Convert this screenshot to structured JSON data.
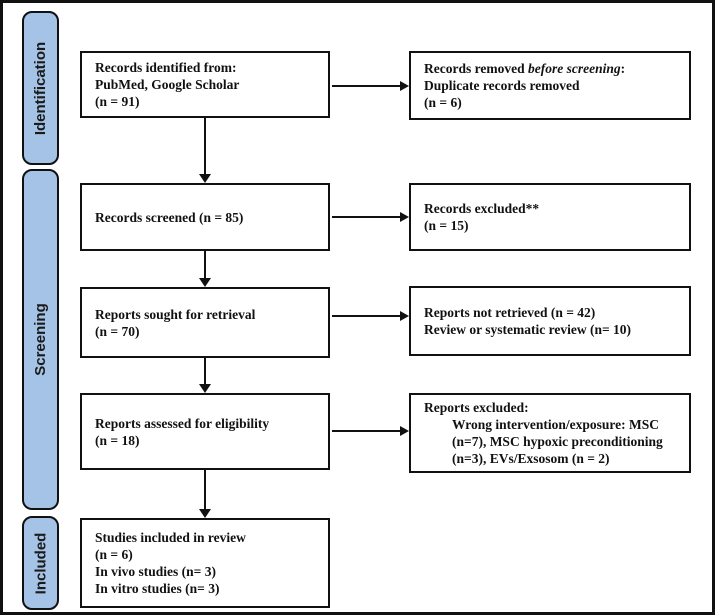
{
  "sidebar": {
    "stages": [
      {
        "label": "Identification"
      },
      {
        "label": "Screening"
      },
      {
        "label": "Included"
      }
    ]
  },
  "boxes": {
    "identified": {
      "lines": [
        "Records identified from:",
        "PubMed, Google Scholar",
        "(n = 91)"
      ]
    },
    "removed": {
      "line1_prefix": "Records removed ",
      "line1_italic": "before screening",
      "line1_suffix": ":",
      "lines": [
        "Duplicate records removed",
        "(n = 6)"
      ]
    },
    "screened": {
      "lines": [
        "Records screened (n = 85)"
      ]
    },
    "excluded": {
      "lines": [
        "Records excluded**",
        "(n = 15)"
      ]
    },
    "sought": {
      "lines": [
        "Reports sought for retrieval",
        "(n = 70)"
      ]
    },
    "not_retrieved": {
      "lines": [
        "Reports not retrieved (n = 42)",
        "Review or systematic review (n= 10)"
      ]
    },
    "assessed": {
      "lines": [
        "Reports assessed for eligibility",
        "(n = 18)"
      ]
    },
    "reports_excluded": {
      "title": "Reports excluded:",
      "indented_lines": [
        "Wrong intervention/exposure: MSC",
        "(n=7), MSC hypoxic preconditioning",
        "(n=3), EVs/Exsosom (n = 2)"
      ]
    },
    "included_studies": {
      "lines": [
        "Studies included in review",
        "(n = 6)",
        "In vivo studies (n= 3)",
        "In vitro studies (n= 3)"
      ]
    }
  },
  "colors": {
    "stage_fill": "#a5c3e6",
    "stage_border": "#111111",
    "box_border": "#111111",
    "frame_border": "#111111",
    "arrow": "#111111"
  }
}
